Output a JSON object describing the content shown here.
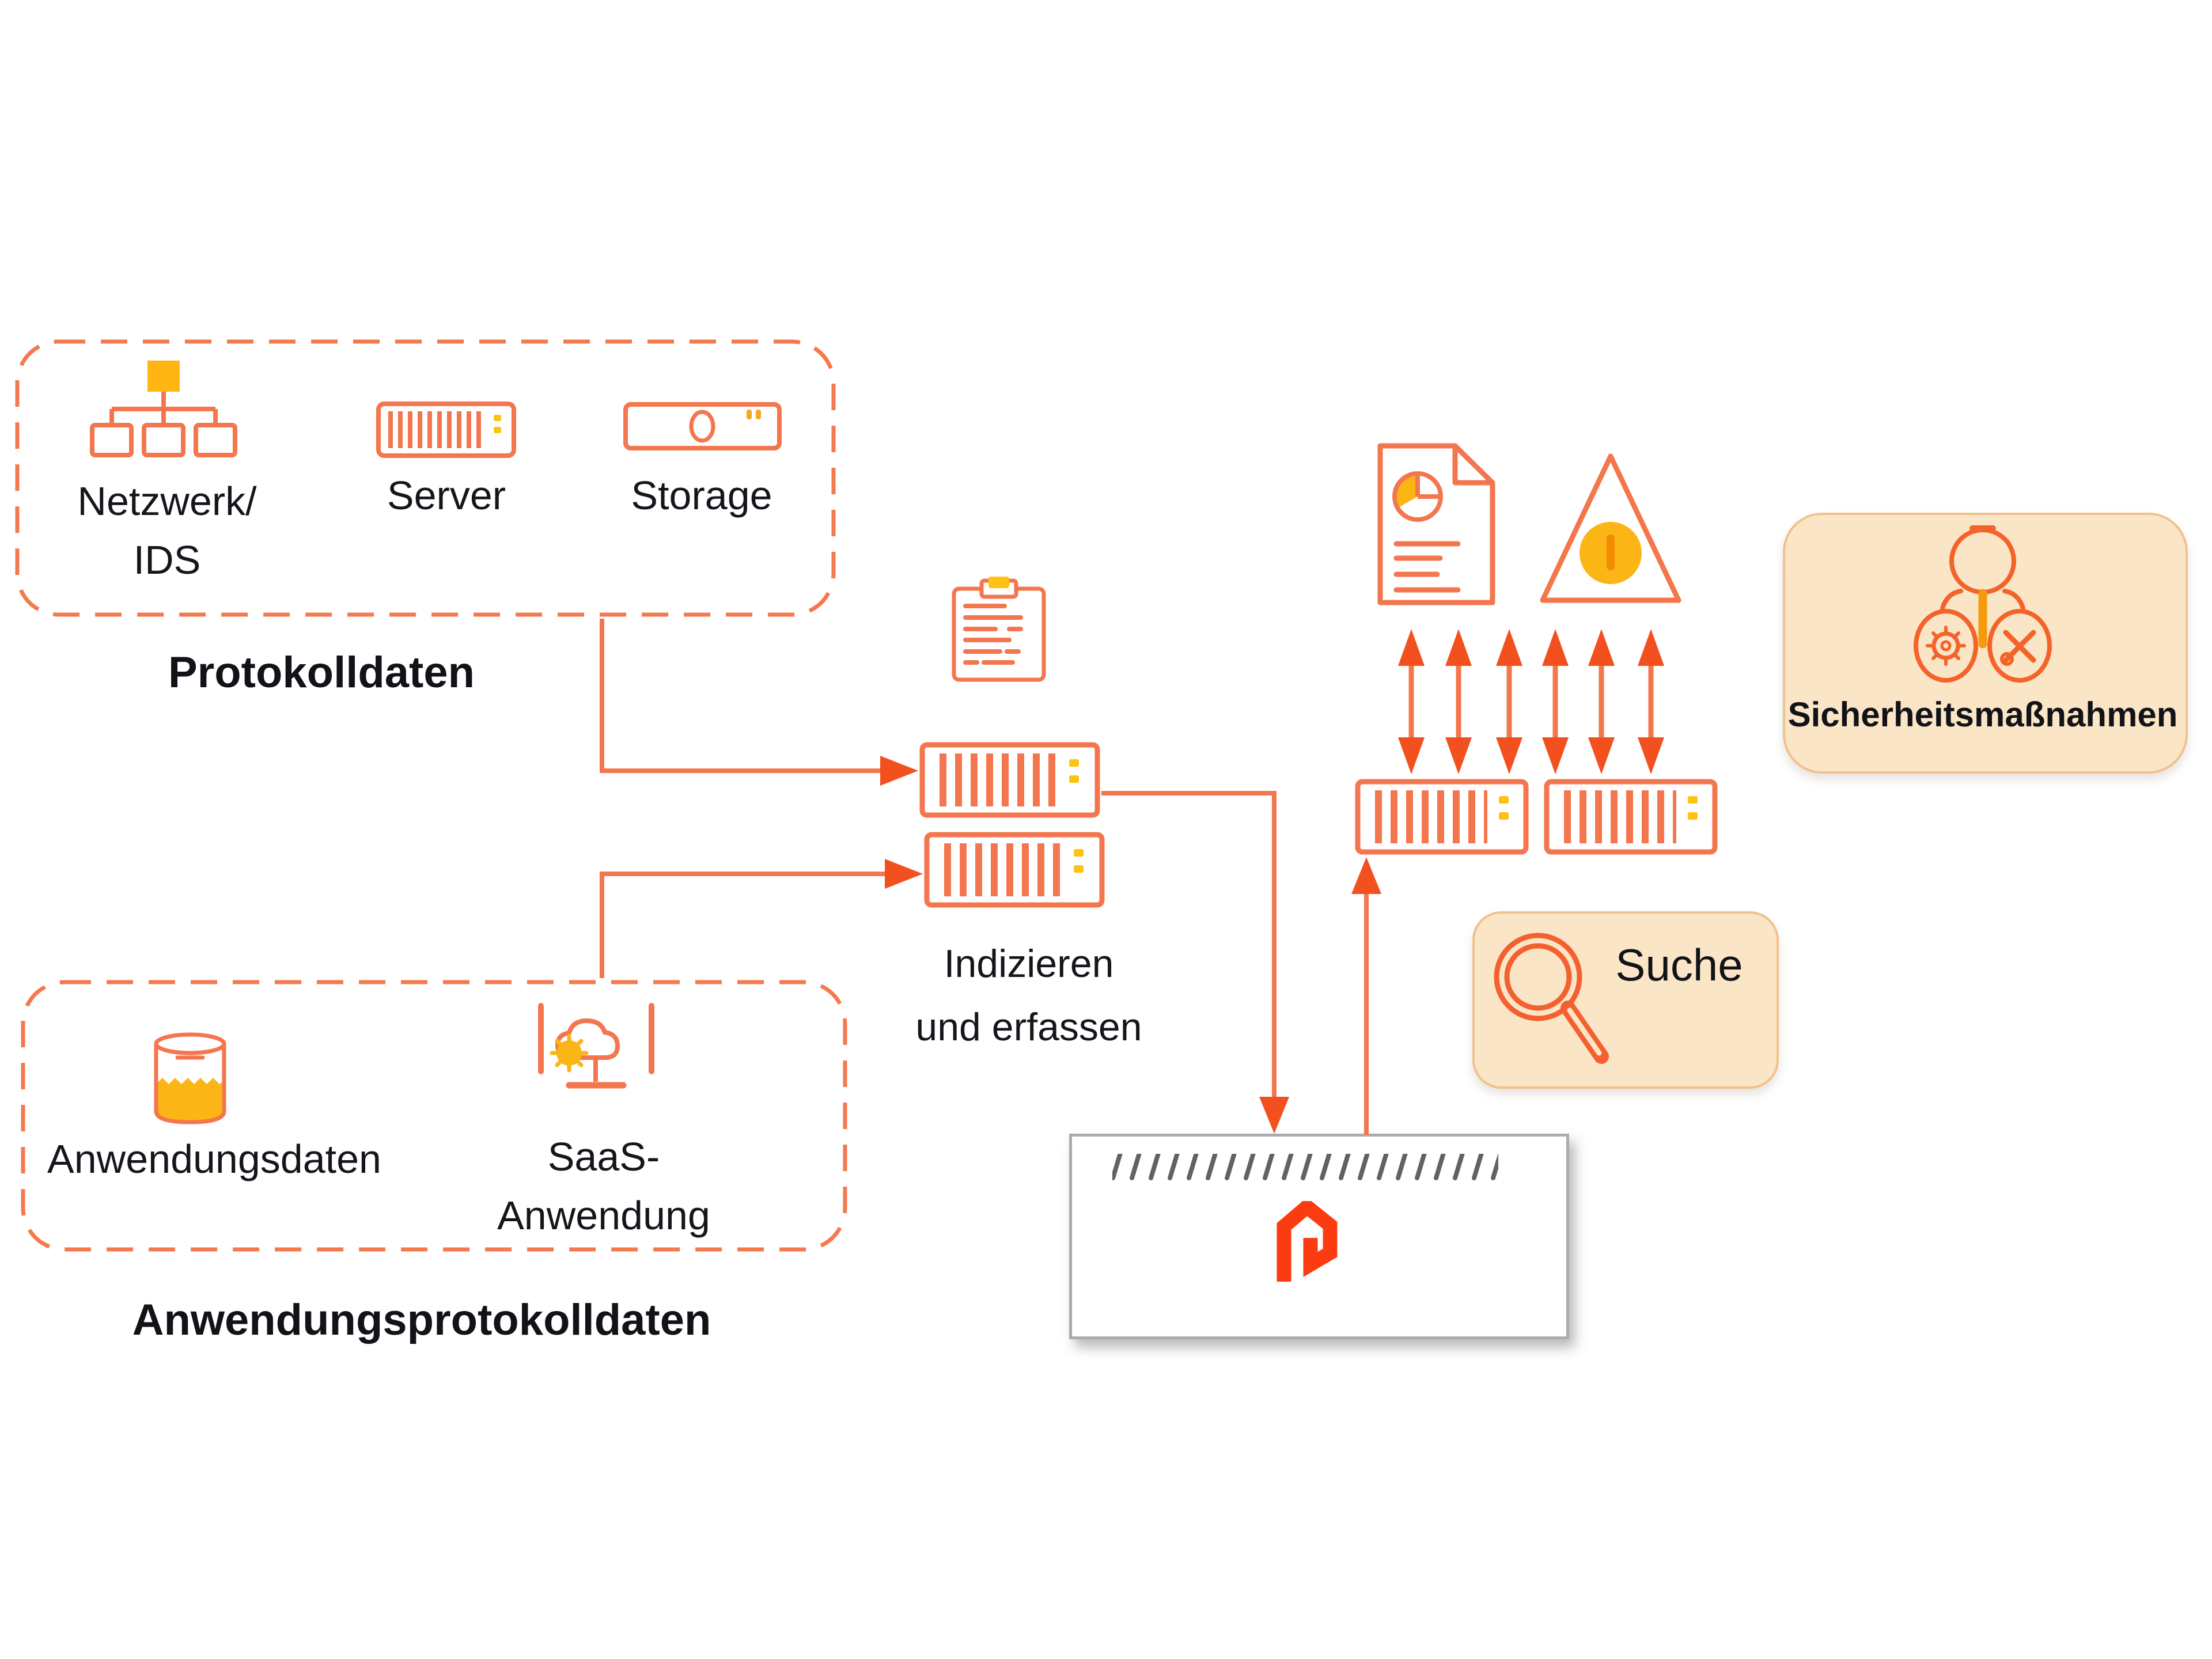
{
  "diagram": {
    "sources": {
      "protocol": {
        "title": "Protokolldaten",
        "items": [
          {
            "icon": "network-ids-icon",
            "label_line1": "Netzwerk/",
            "label_line2": "IDS"
          },
          {
            "icon": "server-icon",
            "label": "Server"
          },
          {
            "icon": "storage-icon",
            "label": "Storage"
          }
        ]
      },
      "application": {
        "title": "Anwendungsprotokolldaten",
        "items": [
          {
            "icon": "database-icon",
            "label": "Anwendungsdaten"
          },
          {
            "icon": "saas-cloud-icon",
            "label_line1": "SaaS-",
            "label_line2": "Anwendung"
          }
        ]
      }
    },
    "ingest": {
      "icons": [
        "clipboard-log-icon",
        "index-rack-icon",
        "index-rack-icon"
      ],
      "label_line1": "Indizieren",
      "label_line2": "und erfassen"
    },
    "analytics": {
      "icons": [
        "report-document-icon",
        "warning-triangle-icon",
        "search-rack-icon",
        "search-rack-icon"
      ]
    },
    "security_panel": {
      "icon": "security-tools-icon",
      "label": "Sicherheitsmaßnahmen"
    },
    "search_panel": {
      "icon": "magnifier-icon",
      "label": "Suche"
    },
    "storage_appliance": {
      "icon": "pure-storage-logo"
    }
  },
  "colors": {
    "outline_orange": "#F4764E",
    "arrow_orange": "#F3501F",
    "yellow": "#FFC212",
    "amber": "#FBB616",
    "panel_fill": "#FBE5C7",
    "panel_border": "#F0C18C",
    "pure_red": "#FB3C11",
    "hatch_gray": "#5F6368",
    "text_dark": "#15161C"
  }
}
